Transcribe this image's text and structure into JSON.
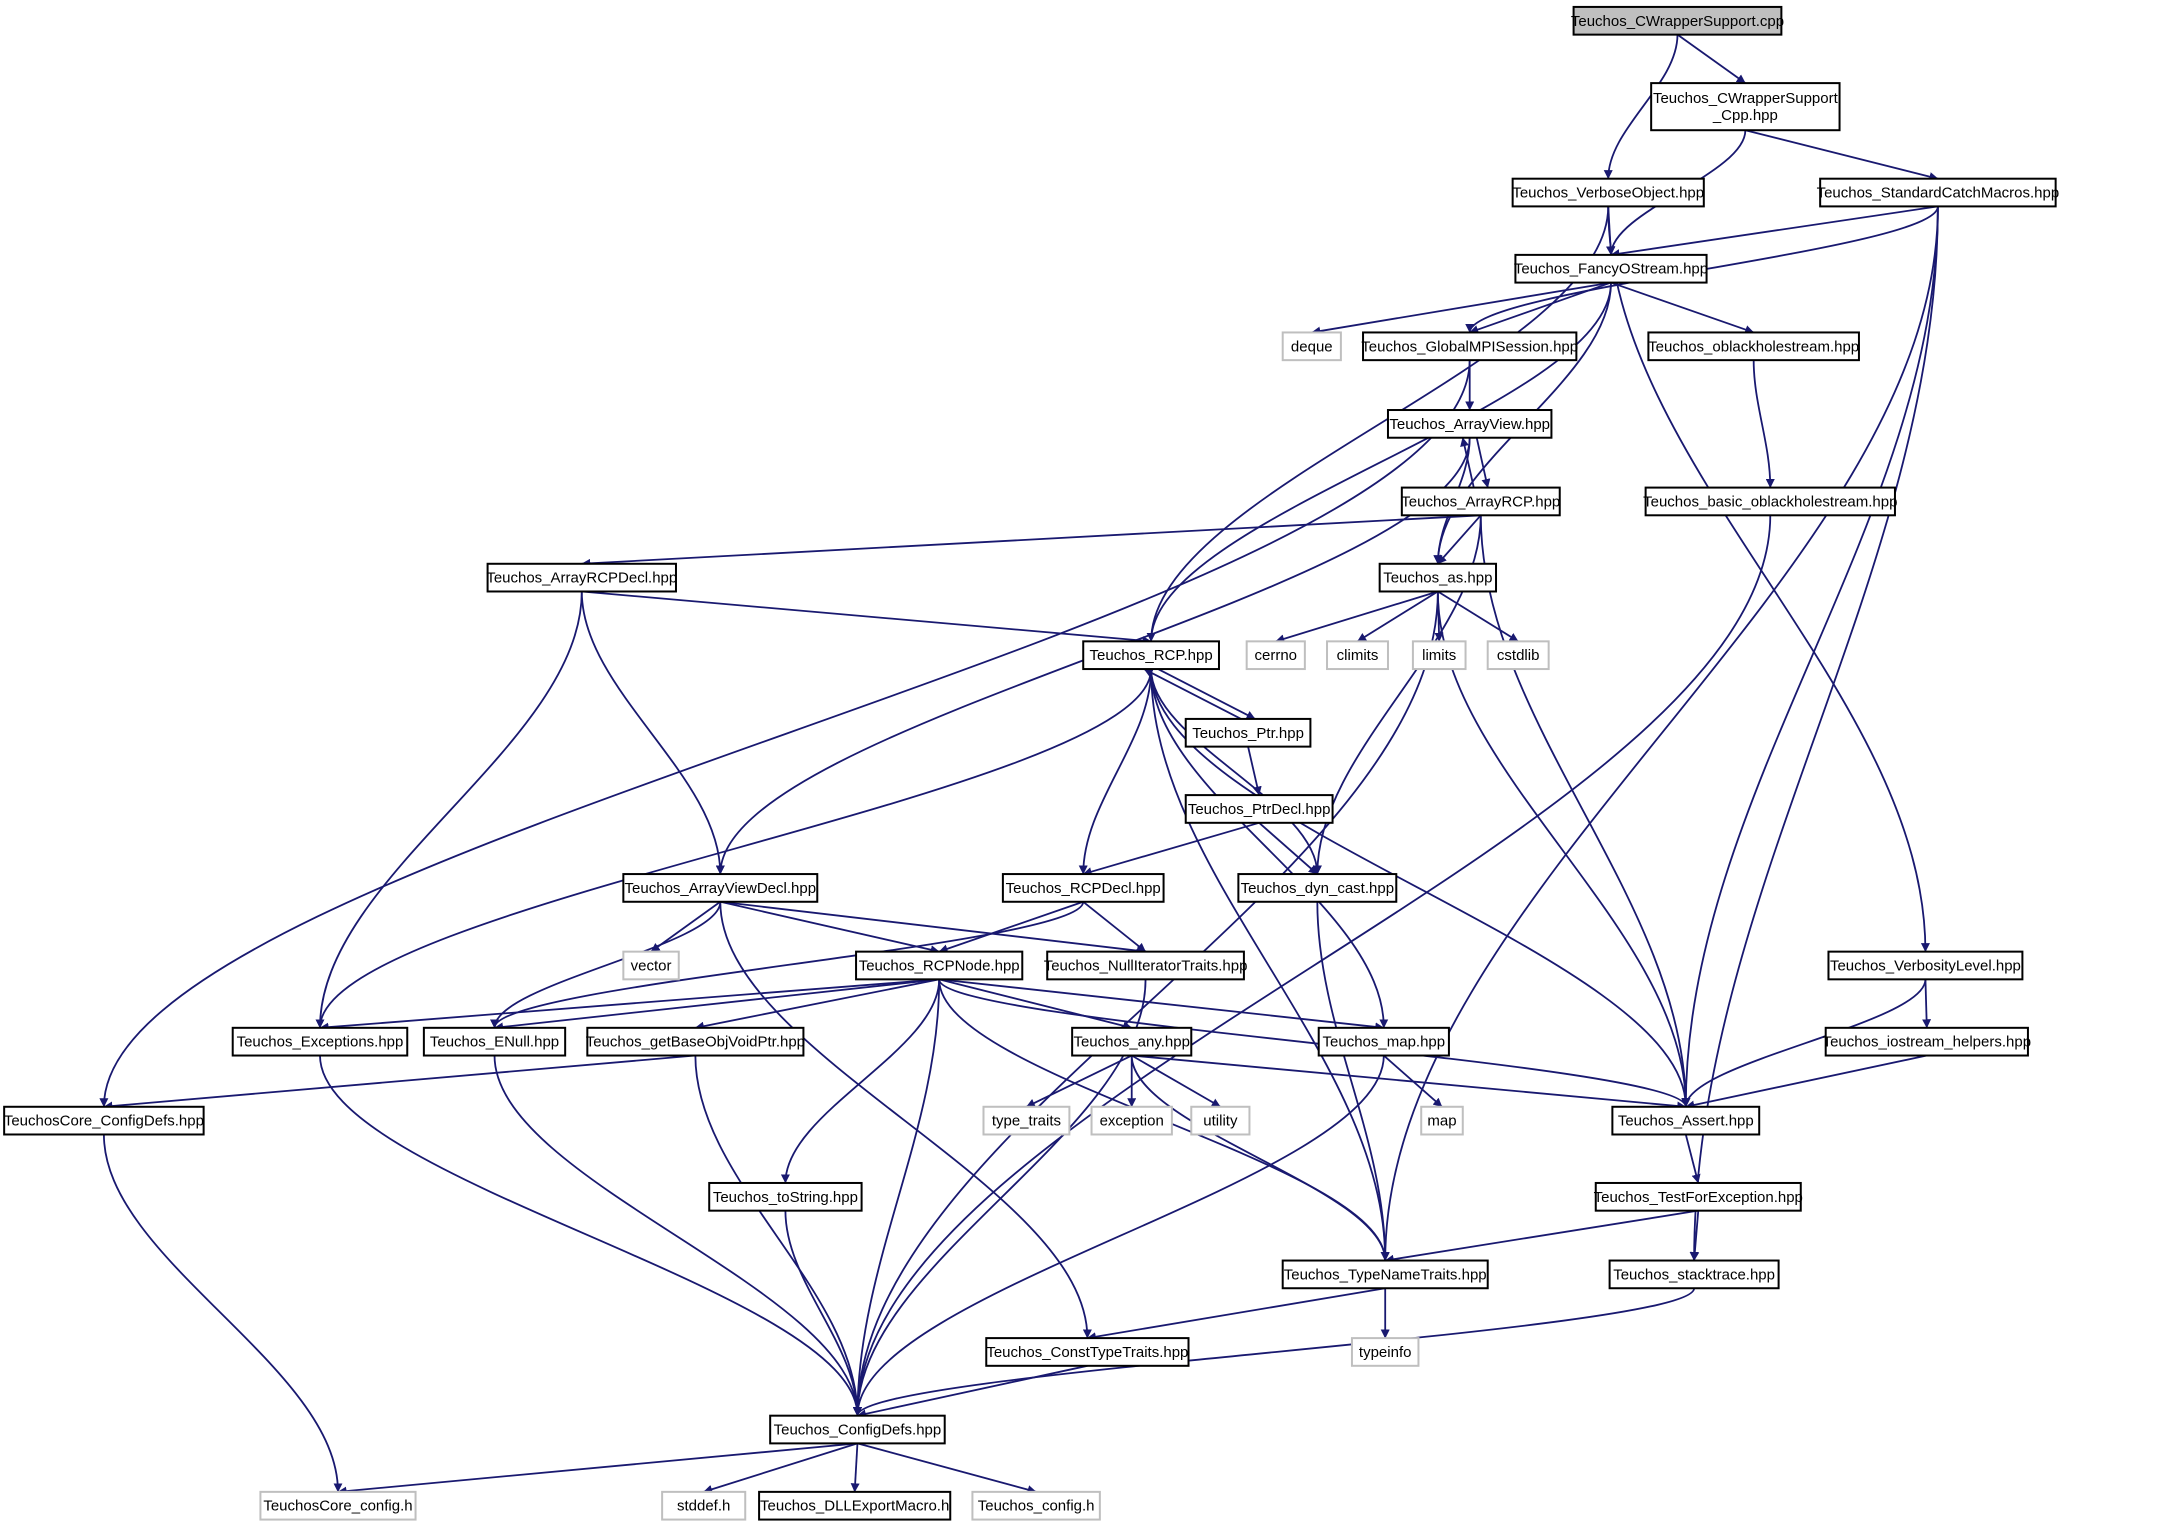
{
  "graph": {
    "title": "Teuchos_CWrapperSupport.cpp include dependency graph",
    "colors": {
      "edge": "#191970",
      "node_border": "#000000",
      "system_border": "#bfbfbf",
      "root_fill": "#bfbfbf",
      "node_fill": "#ffffff"
    },
    "nodes": [
      {
        "id": "cwrapper_cpp",
        "label": "Teuchos_CWrapperSupport.cpp",
        "kind": "root"
      },
      {
        "id": "cwrapper_hpp",
        "label": "Teuchos_CWrapperSupport\n_Cpp.hpp",
        "kind": "header"
      },
      {
        "id": "verboseobject",
        "label": "Teuchos_VerboseObject.hpp",
        "kind": "header"
      },
      {
        "id": "stdcatch",
        "label": "Teuchos_StandardCatchMacros.hpp",
        "kind": "header"
      },
      {
        "id": "fancyostream",
        "label": "Teuchos_FancyOStream.hpp",
        "kind": "header"
      },
      {
        "id": "deque",
        "label": "deque",
        "kind": "system"
      },
      {
        "id": "globalmpi",
        "label": "Teuchos_GlobalMPISession.hpp",
        "kind": "header"
      },
      {
        "id": "oblackhole",
        "label": "Teuchos_oblackholestream.hpp",
        "kind": "header"
      },
      {
        "id": "arrayview",
        "label": "Teuchos_ArrayView.hpp",
        "kind": "header"
      },
      {
        "id": "arrayrcp",
        "label": "Teuchos_ArrayRCP.hpp",
        "kind": "header"
      },
      {
        "id": "basicoblack",
        "label": "Teuchos_basic_oblackholestream.hpp",
        "kind": "header"
      },
      {
        "id": "arrayrcpdecl",
        "label": "Teuchos_ArrayRCPDecl.hpp",
        "kind": "header"
      },
      {
        "id": "as",
        "label": "Teuchos_as.hpp",
        "kind": "header"
      },
      {
        "id": "rcp",
        "label": "Teuchos_RCP.hpp",
        "kind": "header"
      },
      {
        "id": "cerrno",
        "label": "cerrno",
        "kind": "system"
      },
      {
        "id": "climits",
        "label": "climits",
        "kind": "system"
      },
      {
        "id": "limits",
        "label": "limits",
        "kind": "system"
      },
      {
        "id": "cstdlib",
        "label": "cstdlib",
        "kind": "system"
      },
      {
        "id": "ptr",
        "label": "Teuchos_Ptr.hpp",
        "kind": "header"
      },
      {
        "id": "ptrdecl",
        "label": "Teuchos_PtrDecl.hpp",
        "kind": "header"
      },
      {
        "id": "arrayviewdecl",
        "label": "Teuchos_ArrayViewDecl.hpp",
        "kind": "header"
      },
      {
        "id": "rcpdecl",
        "label": "Teuchos_RCPDecl.hpp",
        "kind": "header"
      },
      {
        "id": "dyncast",
        "label": "Teuchos_dyn_cast.hpp",
        "kind": "header"
      },
      {
        "id": "vector",
        "label": "vector",
        "kind": "system"
      },
      {
        "id": "rcpnode",
        "label": "Teuchos_RCPNode.hpp",
        "kind": "header"
      },
      {
        "id": "nulliter",
        "label": "Teuchos_NullIteratorTraits.hpp",
        "kind": "header"
      },
      {
        "id": "verbositylevel",
        "label": "Teuchos_VerbosityLevel.hpp",
        "kind": "header"
      },
      {
        "id": "exceptions",
        "label": "Teuchos_Exceptions.hpp",
        "kind": "header"
      },
      {
        "id": "enull",
        "label": "Teuchos_ENull.hpp",
        "kind": "header"
      },
      {
        "id": "getbaseobj",
        "label": "Teuchos_getBaseObjVoidPtr.hpp",
        "kind": "header"
      },
      {
        "id": "any",
        "label": "Teuchos_any.hpp",
        "kind": "header"
      },
      {
        "id": "map_hpp",
        "label": "Teuchos_map.hpp",
        "kind": "header"
      },
      {
        "id": "iostreamhelpers",
        "label": "Teuchos_iostream_helpers.hpp",
        "kind": "header"
      },
      {
        "id": "coreconfigdefs",
        "label": "TeuchosCore_ConfigDefs.hpp",
        "kind": "header"
      },
      {
        "id": "type_traits",
        "label": "type_traits",
        "kind": "system"
      },
      {
        "id": "exception",
        "label": "exception",
        "kind": "system"
      },
      {
        "id": "utility",
        "label": "utility",
        "kind": "system"
      },
      {
        "id": "map",
        "label": "map",
        "kind": "system"
      },
      {
        "id": "assert",
        "label": "Teuchos_Assert.hpp",
        "kind": "header"
      },
      {
        "id": "tostring",
        "label": "Teuchos_toString.hpp",
        "kind": "header"
      },
      {
        "id": "testforexc",
        "label": "Teuchos_TestForException.hpp",
        "kind": "header"
      },
      {
        "id": "typenametraits",
        "label": "Teuchos_TypeNameTraits.hpp",
        "kind": "header"
      },
      {
        "id": "stacktrace",
        "label": "Teuchos_stacktrace.hpp",
        "kind": "header"
      },
      {
        "id": "typeinfo",
        "label": "typeinfo",
        "kind": "system"
      },
      {
        "id": "consttypetraits",
        "label": "Teuchos_ConstTypeTraits.hpp",
        "kind": "header"
      },
      {
        "id": "configdefs",
        "label": "Teuchos_ConfigDefs.hpp",
        "kind": "header"
      },
      {
        "id": "coreconfig_h",
        "label": "TeuchosCore_config.h",
        "kind": "system"
      },
      {
        "id": "stddef",
        "label": "stddef.h",
        "kind": "system"
      },
      {
        "id": "dllexport",
        "label": "Teuchos_DLLExportMacro.h",
        "kind": "header"
      },
      {
        "id": "config_h",
        "label": "Teuchos_config.h",
        "kind": "system"
      }
    ],
    "edges": [
      [
        "cwrapper_cpp",
        "cwrapper_hpp"
      ],
      [
        "cwrapper_cpp",
        "verboseobject"
      ],
      [
        "cwrapper_hpp",
        "fancyostream"
      ],
      [
        "cwrapper_hpp",
        "stdcatch"
      ],
      [
        "verboseobject",
        "fancyostream"
      ],
      [
        "verboseobject",
        "rcp"
      ],
      [
        "verboseobject",
        "verbositylevel"
      ],
      [
        "stdcatch",
        "fancyostream"
      ],
      [
        "stdcatch",
        "globalmpi"
      ],
      [
        "stdcatch",
        "assert"
      ],
      [
        "stdcatch",
        "typenametraits"
      ],
      [
        "stdcatch",
        "stacktrace"
      ],
      [
        "fancyostream",
        "deque"
      ],
      [
        "fancyostream",
        "globalmpi"
      ],
      [
        "fancyostream",
        "oblackhole"
      ],
      [
        "fancyostream",
        "as"
      ],
      [
        "fancyostream",
        "rcp"
      ],
      [
        "globalmpi",
        "arrayview"
      ],
      [
        "globalmpi",
        "coreconfigdefs"
      ],
      [
        "oblackhole",
        "basicoblack"
      ],
      [
        "basicoblack",
        "configdefs"
      ],
      [
        "arrayview",
        "arrayrcp"
      ],
      [
        "arrayview",
        "as"
      ],
      [
        "arrayview",
        "arrayviewdecl"
      ],
      [
        "arrayrcp",
        "arrayview"
      ],
      [
        "arrayrcp",
        "as"
      ],
      [
        "arrayrcp",
        "arrayrcpdecl"
      ],
      [
        "arrayrcp",
        "dyncast"
      ],
      [
        "arrayrcp",
        "assert"
      ],
      [
        "arrayrcpdecl",
        "rcp"
      ],
      [
        "arrayrcpdecl",
        "arrayviewdecl"
      ],
      [
        "arrayrcpdecl",
        "exceptions"
      ],
      [
        "as",
        "cerrno"
      ],
      [
        "as",
        "climits"
      ],
      [
        "as",
        "limits"
      ],
      [
        "as",
        "cstdlib"
      ],
      [
        "as",
        "assert"
      ],
      [
        "as",
        "configdefs"
      ],
      [
        "rcp",
        "ptr"
      ],
      [
        "rcp",
        "rcpdecl"
      ],
      [
        "rcp",
        "dyncast"
      ],
      [
        "rcp",
        "map_hpp"
      ],
      [
        "rcp",
        "assert"
      ],
      [
        "rcp",
        "exceptions"
      ],
      [
        "rcp",
        "typenametraits"
      ],
      [
        "ptr",
        "rcp"
      ],
      [
        "ptr",
        "ptrdecl"
      ],
      [
        "ptrdecl",
        "rcpdecl"
      ],
      [
        "ptrdecl",
        "dyncast"
      ],
      [
        "rcpdecl",
        "rcpnode"
      ],
      [
        "rcpdecl",
        "nulliter"
      ],
      [
        "rcpdecl",
        "enull"
      ],
      [
        "dyncast",
        "typenametraits"
      ],
      [
        "arrayviewdecl",
        "vector"
      ],
      [
        "arrayviewdecl",
        "rcpnode"
      ],
      [
        "arrayviewdecl",
        "nulliter"
      ],
      [
        "arrayviewdecl",
        "enull"
      ],
      [
        "arrayviewdecl",
        "consttypetraits"
      ],
      [
        "rcpnode",
        "exceptions"
      ],
      [
        "rcpnode",
        "enull"
      ],
      [
        "rcpnode",
        "getbaseobj"
      ],
      [
        "rcpnode",
        "any"
      ],
      [
        "rcpnode",
        "map_hpp"
      ],
      [
        "rcpnode",
        "assert"
      ],
      [
        "rcpnode",
        "tostring"
      ],
      [
        "rcpnode",
        "typenametraits"
      ],
      [
        "rcpnode",
        "configdefs"
      ],
      [
        "nulliter",
        "configdefs"
      ],
      [
        "verbositylevel",
        "iostreamhelpers"
      ],
      [
        "verbositylevel",
        "assert"
      ],
      [
        "iostreamhelpers",
        "assert"
      ],
      [
        "exceptions",
        "configdefs"
      ],
      [
        "enull",
        "configdefs"
      ],
      [
        "getbaseobj",
        "coreconfigdefs"
      ],
      [
        "getbaseobj",
        "configdefs"
      ],
      [
        "any",
        "type_traits"
      ],
      [
        "any",
        "exception"
      ],
      [
        "any",
        "utility"
      ],
      [
        "any",
        "assert"
      ],
      [
        "any",
        "typenametraits"
      ],
      [
        "map_hpp",
        "map"
      ],
      [
        "map_hpp",
        "configdefs"
      ],
      [
        "coreconfigdefs",
        "coreconfig_h"
      ],
      [
        "assert",
        "testforexc"
      ],
      [
        "testforexc",
        "typenametraits"
      ],
      [
        "testforexc",
        "stacktrace"
      ],
      [
        "tostring",
        "configdefs"
      ],
      [
        "typenametraits",
        "typeinfo"
      ],
      [
        "typenametraits",
        "consttypetraits"
      ],
      [
        "stacktrace",
        "configdefs"
      ],
      [
        "consttypetraits",
        "configdefs"
      ],
      [
        "configdefs",
        "coreconfig_h"
      ],
      [
        "configdefs",
        "stddef"
      ],
      [
        "configdefs",
        "dllexport"
      ],
      [
        "configdefs",
        "config_h"
      ]
    ]
  }
}
